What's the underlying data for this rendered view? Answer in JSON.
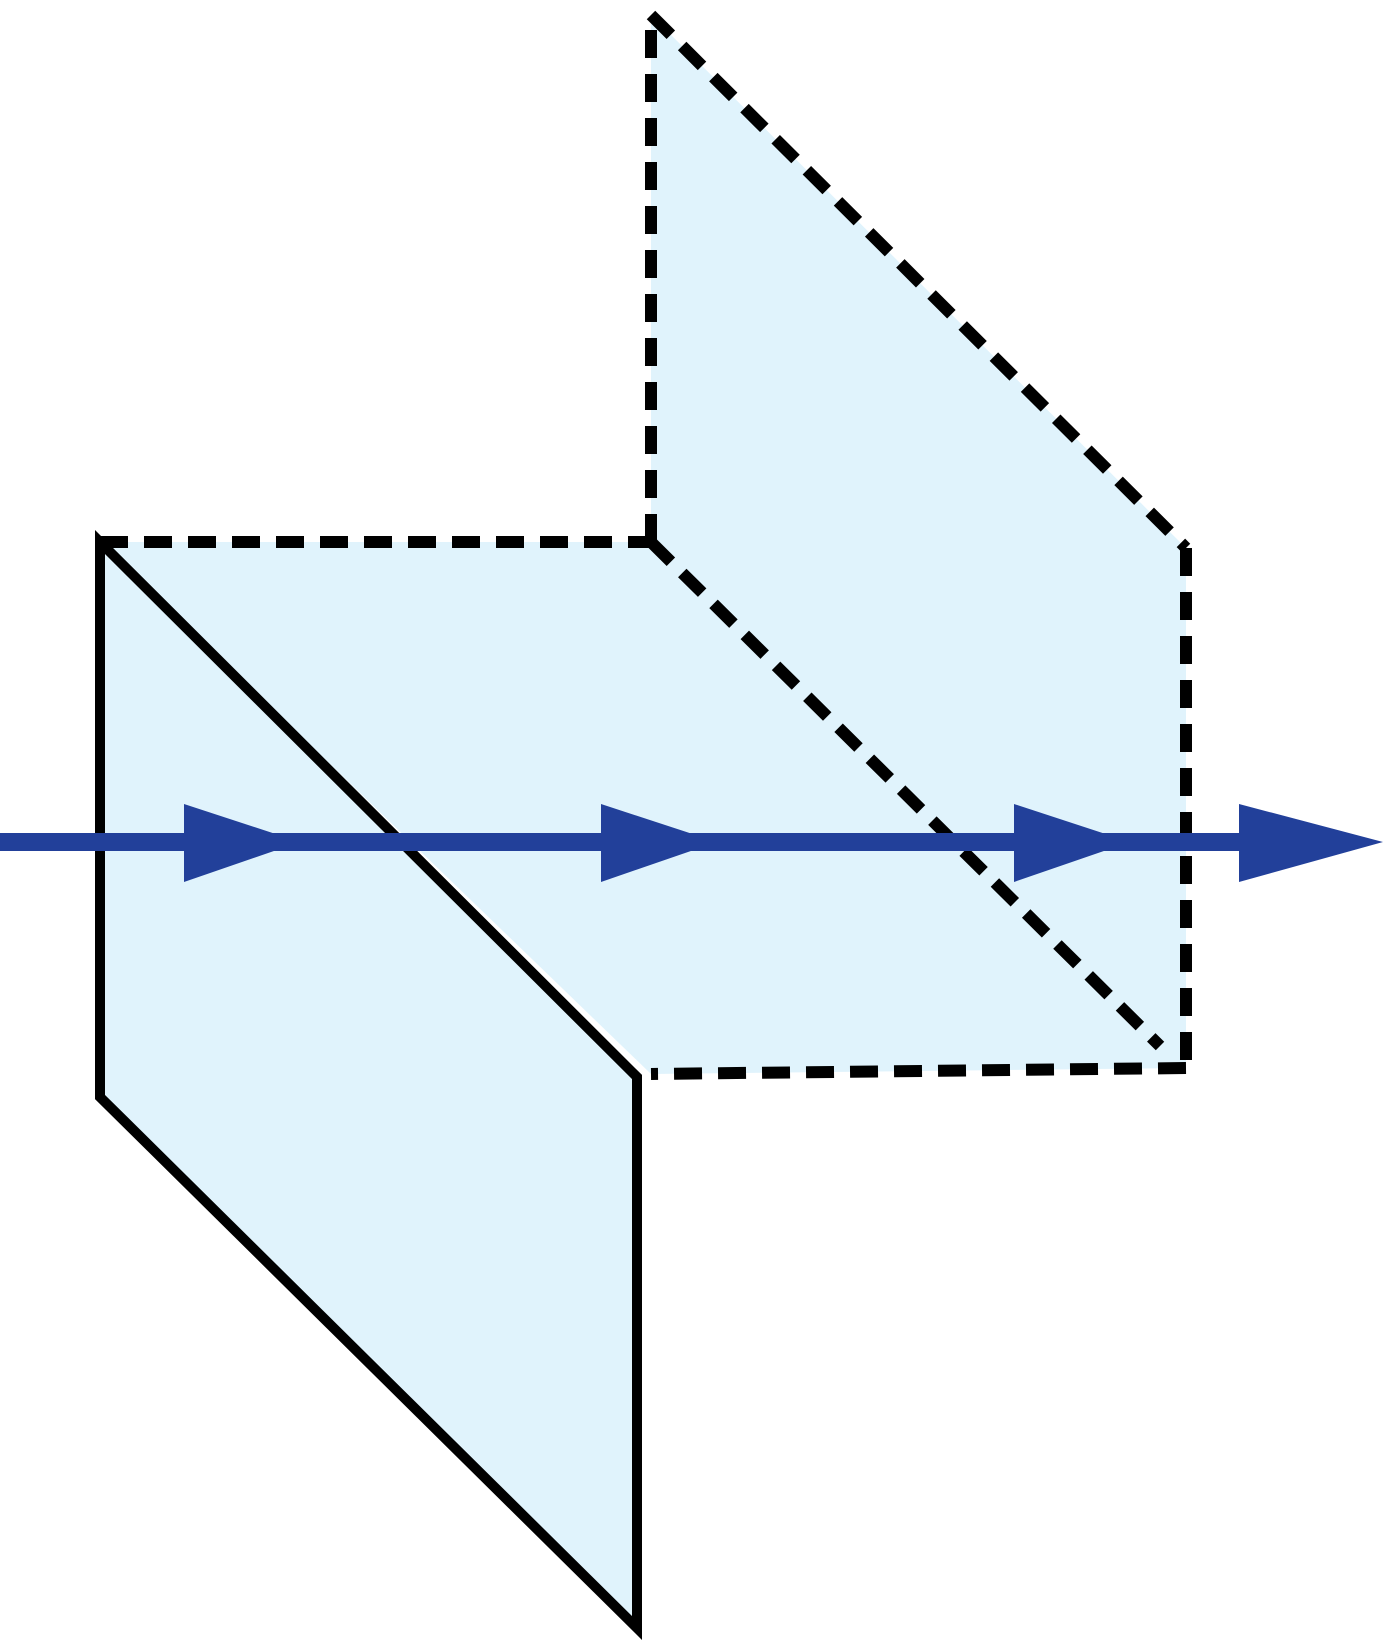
{
  "diagram": {
    "description_labels": [],
    "colors": {
      "plane_fill": "#e0f3fc",
      "outline": "#000000",
      "ray": "#22409a",
      "background": "#ffffff"
    },
    "elements": {
      "solid_plane": "solid-outlined-plane",
      "dashed_plane": "dashed-outlined-plane",
      "ray": "light-ray",
      "arrowheads": [
        "arrowhead-1",
        "arrowhead-2",
        "arrowhead-3",
        "arrowhead-4"
      ]
    }
  }
}
